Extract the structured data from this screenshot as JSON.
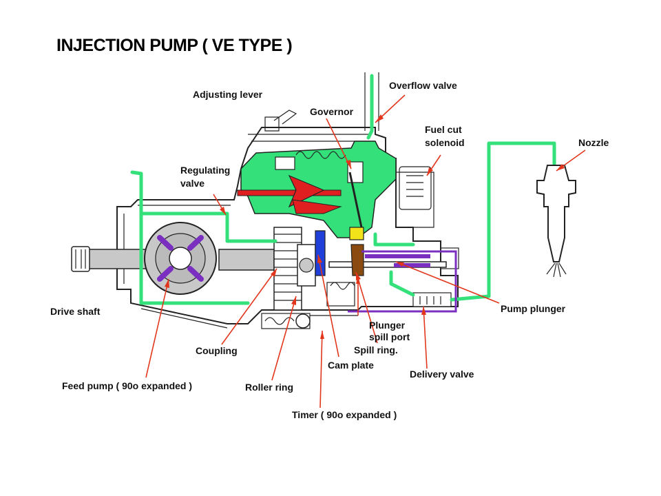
{
  "title": "INJECTION PUMP ( VE TYPE )",
  "labels": {
    "adjusting_lever": "Adjusting lever",
    "overflow_valve": "Overflow valve",
    "governor": "Governor",
    "fuel_cut_solenoid_1": "Fuel cut",
    "fuel_cut_solenoid_2": "solenoid",
    "nozzle": "Nozzle",
    "regulating_valve_1": "Regulating",
    "regulating_valve_2": "valve",
    "drive_shaft": "Drive shaft",
    "pump_plunger": "Pump plunger",
    "plunger_spill_port_1": "Plunger",
    "plunger_spill_port_2": "spill port",
    "spill_ring": "Spill ring.",
    "coupling": "Coupling",
    "cam_plate": "Cam plate",
    "delivery_valve": "Delivery valve",
    "feed_pump": "Feed pump ( 90o expanded )",
    "roller_ring": "Roller ring",
    "timer": "Timer ( 90o expanded )"
  },
  "colors": {
    "fuel_green": "#33e07a",
    "governor_red": "#e02020",
    "arrow_red": "#e2361c",
    "plunger_purple": "#7a2fc0",
    "cam_blue": "#1f3fd8",
    "spill_brown": "#8a4a10",
    "lever_yellow": "#f2e21a",
    "shaft_gray": "#c8c8c8"
  }
}
